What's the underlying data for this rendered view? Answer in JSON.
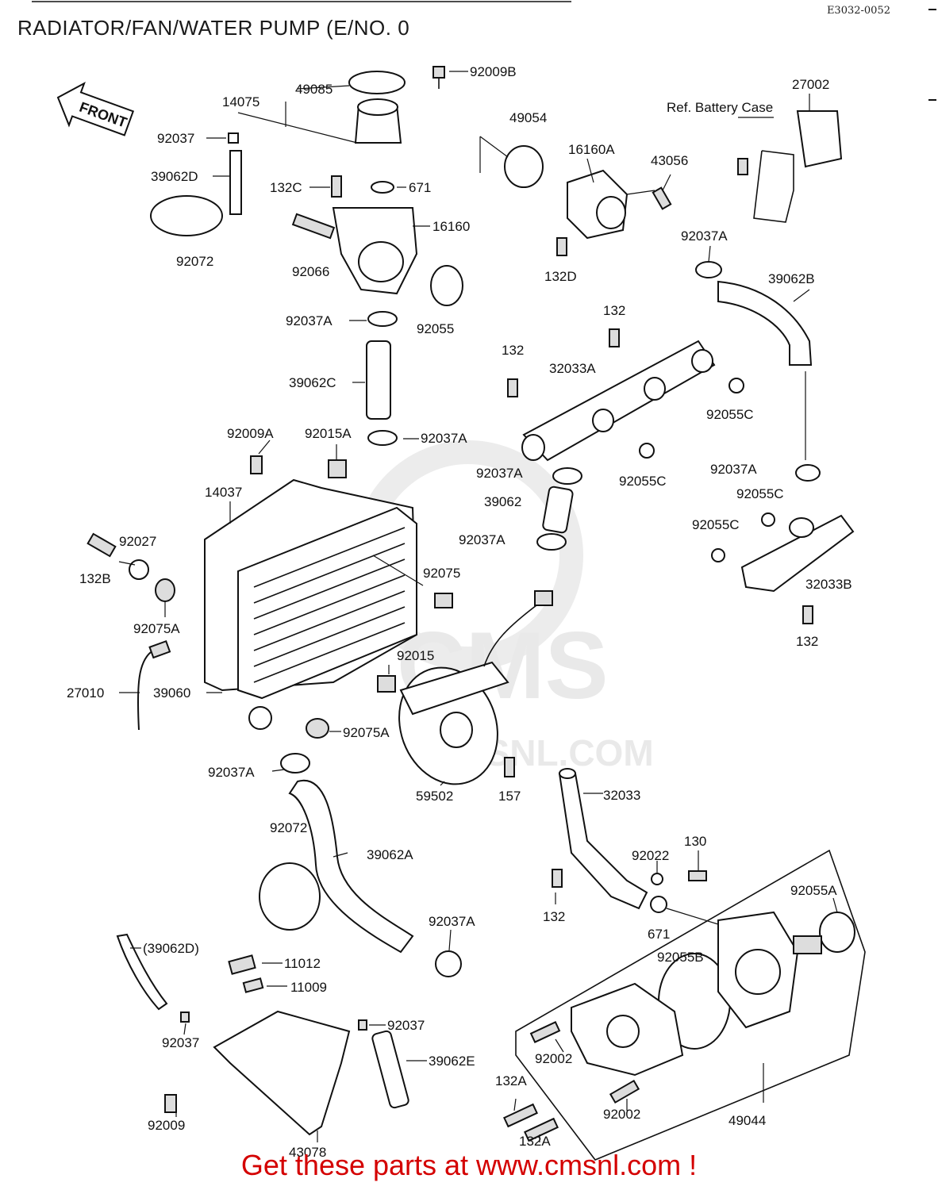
{
  "page": {
    "title": "RADIATOR/FAN/WATER PUMP (E/NO. 0",
    "diagram_code": "E3032-0052",
    "footer_link": "Get these parts at www.cmsnl.com !"
  },
  "diagram": {
    "front_arrow": "FRONT",
    "reference_note": "Ref. Battery Case",
    "watermark": {
      "logo": "CMS",
      "url": "CMSNL.COM"
    },
    "part_labels": [
      "49085",
      "14075",
      "92009B",
      "92037",
      "39062D",
      "92072",
      "132C",
      "671",
      "16160",
      "92066",
      "92037A",
      "92055",
      "49054",
      "16160A",
      "43056",
      "132D",
      "27002",
      "Ref. Battery Case",
      "92037A",
      "39062B",
      "39062C",
      "132",
      "132",
      "32033A",
      "92055C",
      "92009A",
      "92015A",
      "92037A",
      "92037A",
      "92055C",
      "39062",
      "14037",
      "92037A",
      "92055C",
      "92037A",
      "92055C",
      "92027",
      "132B",
      "92075",
      "32033B",
      "92075A",
      "132",
      "92015",
      "27010",
      "39060",
      "92075A",
      "92037A",
      "59502",
      "157",
      "32033",
      "92072",
      "39062A",
      "130",
      "92022",
      "132",
      "92055A",
      "671",
      "92037A",
      "92055B",
      "(39062D)",
      "11012",
      "11009",
      "92037",
      "92037",
      "39062E",
      "92002",
      "132A",
      "92009",
      "92002",
      "49044",
      "132A",
      "43078"
    ]
  }
}
